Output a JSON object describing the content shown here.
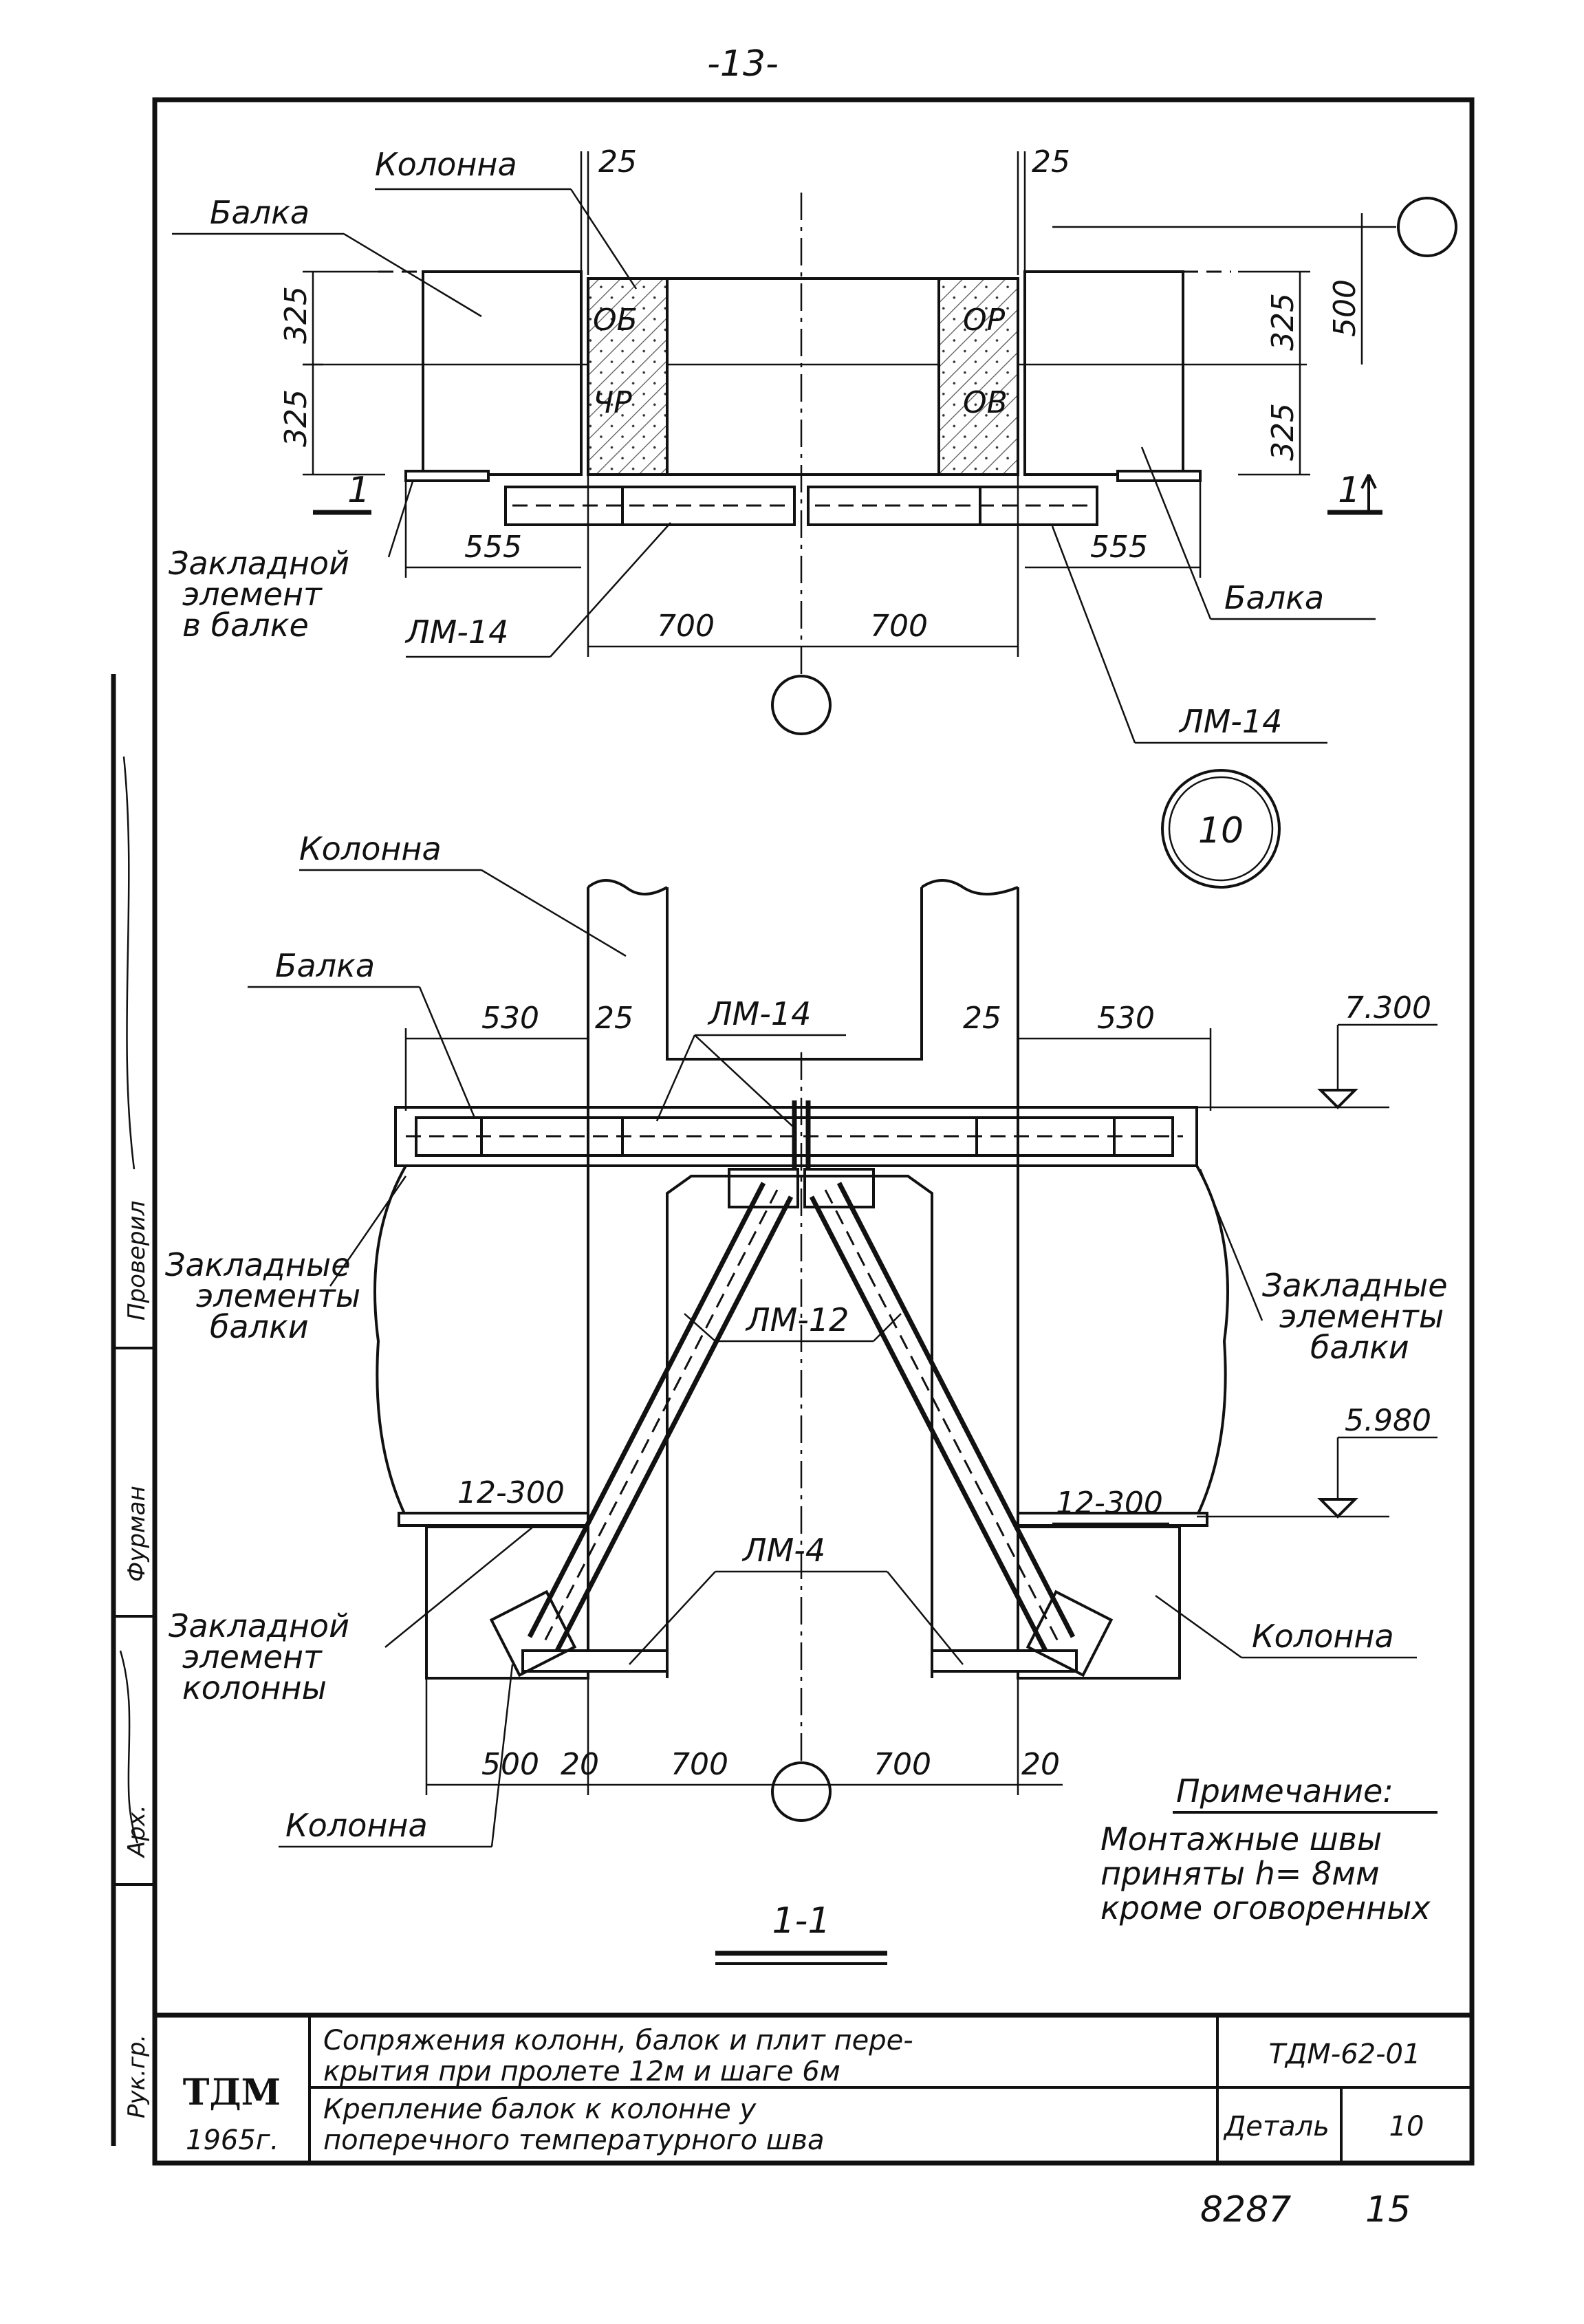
{
  "page_number": "-13-",
  "top_view": {
    "label_kolonna": "Колонна",
    "label_balka_left": "Балка",
    "label_balka_right": "Балка",
    "dim_25_left": "25",
    "dim_25_right": "25",
    "dim_325_a": "325",
    "dim_325_b": "325",
    "dim_325_c": "325",
    "dim_325_d": "325",
    "dim_500": "500",
    "dim_555_left": "555",
    "dim_555_right": "555",
    "dim_700_left": "700",
    "dim_700_right": "700",
    "zakladnoy_1": "Закладной",
    "zakladnoy_2": "элемент",
    "zakladnoy_3": "в балке",
    "lm14_left": "ЛМ-14",
    "lm14_right": "ЛМ-14",
    "section_mark_left": "1",
    "section_mark_right": "1",
    "hatch_label_1": "ОБ",
    "hatch_label_2": "ЧР",
    "hatch_label_3": "ОР",
    "hatch_label_4": "ОВ"
  },
  "detail_mark": "10",
  "section_view": {
    "label_kolonna_top": "Колонна",
    "label_balka": "Балка",
    "dim_530_left": "530",
    "dim_530_right": "530",
    "dim_25_left": "25",
    "dim_25_right": "25",
    "lm14": "ЛМ-14",
    "lm12": "ЛМ-12",
    "lm4": "ЛМ-4",
    "elev_top": "7.300",
    "elev_bottom": "5.980",
    "zakladnye_left_1": "Закладные",
    "zakladnye_left_2": "элементы",
    "zakladnye_left_3": "балки",
    "zakladnye_right_1": "Закладные",
    "zakladnye_right_2": "элементы",
    "zakladnye_right_3": "балки",
    "weld_left": "12-300",
    "weld_right": "12-300",
    "zakladnoy_col_1": "Закладной",
    "zakladnoy_col_2": "элемент",
    "zakladnoy_col_3": "колонны",
    "label_kolonna_right": "Колонна",
    "label_kolonna_bottom": "Колонна",
    "dim_500": "500",
    "dim_20_left": "20",
    "dim_20_right": "20",
    "dim_700_left": "700",
    "dim_700_right": "700",
    "section_title": "1-1"
  },
  "note": {
    "title": "Примечание:",
    "line1": "Монтажные швы",
    "line2": "приняты h= 8мм",
    "line3": "кроме оговоренных"
  },
  "title_block": {
    "logo": "ТДМ",
    "year": "1965г.",
    "title_line1": "Сопряжения колонн, балок и плит пере-",
    "title_line2": "крытия при пролете 12м и шаге 6м",
    "subtitle_line1": "Крепление балок к колонне у",
    "subtitle_line2": "поперечного температурного шва",
    "code": "ТДМ-62-01",
    "detail_label": "Деталь",
    "detail_value": "10",
    "stamp_number": "8287",
    "sheet_number": "15"
  },
  "side_strip": {
    "role_1": "Рук.гр.",
    "role_2": "Арх.",
    "role_3": "Фурман",
    "role_4": "Проверил"
  }
}
